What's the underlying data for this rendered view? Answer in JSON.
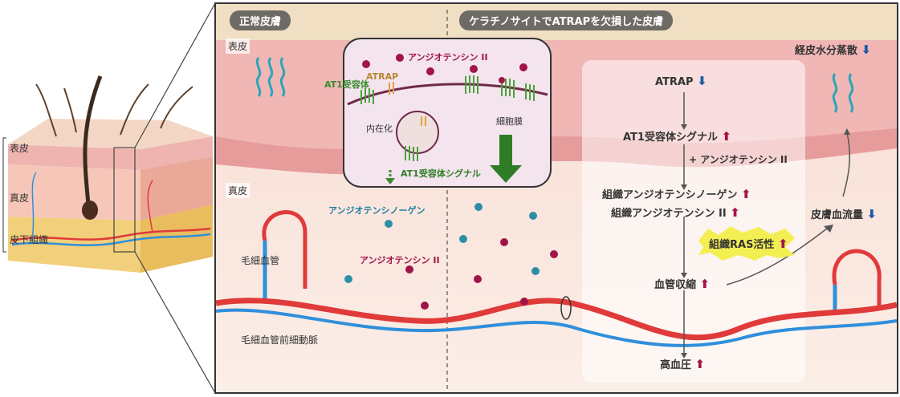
{
  "left_labels": {
    "epidermis": "表皮",
    "dermis": "真皮",
    "subcutis": "皮下組織"
  },
  "header": {
    "normal": "正常皮膚",
    "knockout": "ケラチノサイトでATRAPを欠損した皮膚"
  },
  "layers": {
    "epidermis": "表皮",
    "dermis": "真皮"
  },
  "inset": {
    "angiotensin": "アンジオテンシン II",
    "atrap": "ATRAP",
    "at1": "AT1受容体",
    "internalization": "内在化",
    "membrane": "細胞膜",
    "signal": "AT1受容体シグナル"
  },
  "dermis": {
    "angiotensinogen": "アンジオテンシノーゲン",
    "angiotensin": "アンジオテンシン II",
    "capillary": "毛細血管",
    "arteriole": "毛細血管前細動脈"
  },
  "flow": {
    "atrap": "ATRAP",
    "at1_signal": "AT1受容体シグナル",
    "plus_ang": "+ アンジオテンシン II",
    "tissue_angiotensinogen": "組織アンジオテンシノーゲン",
    "tissue_ang": "組織アンジオテンシン II",
    "ras": "組織RAS活性",
    "vasoconstriction": "血管収縮",
    "hypertension": "高血圧"
  },
  "right": {
    "tewl": "経皮水分蒸散",
    "blood_flow": "皮膚血流量"
  },
  "arrows": {
    "up": "⬆",
    "down": "⬇"
  },
  "colors": {
    "up": "#a3154a",
    "down": "#1b5aa6",
    "artery": "#e03a3a",
    "vein": "#2f8fdc"
  }
}
